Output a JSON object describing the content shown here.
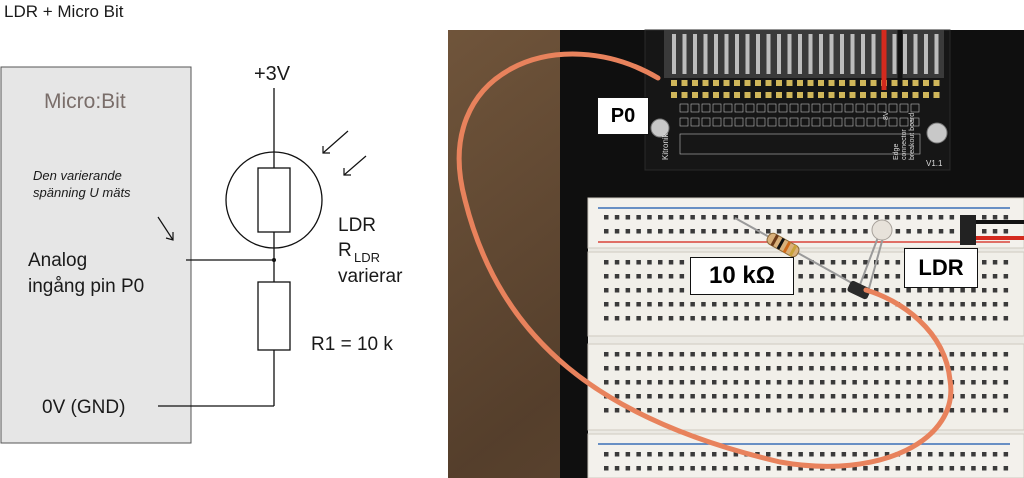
{
  "title": "LDR + Micro Bit",
  "schematic": {
    "box_title": "Micro:Bit",
    "note_line1": "Den varierande",
    "note_line2": "spänning U mäts",
    "input_line1": "Analog",
    "input_line2": "ingång pin P0",
    "gnd_label": "0V (GND)",
    "supply_label": "+3V",
    "ldr_name": "LDR",
    "ldr_r": "R",
    "ldr_sub": "LDR",
    "ldr_varies": "varierar",
    "r1_label": "R1 = 10 k"
  },
  "photo": {
    "p0_label": "P0",
    "resistor_label": "10 kΩ",
    "ldr_label": "LDR",
    "board_text_brand": "Kitronik",
    "board_text_edge1": "Edge",
    "board_text_edge2": "connector",
    "board_text_edge3": "breakout board",
    "board_version": "V1.1",
    "board_8v": "8V"
  },
  "colors": {
    "wire": "#e8825c",
    "breadboard": "#f1efe9",
    "board": "#141414",
    "bg_wood": "#6b5138",
    "rail_red": "#d9443a",
    "rail_blue": "#3b6fb6"
  }
}
